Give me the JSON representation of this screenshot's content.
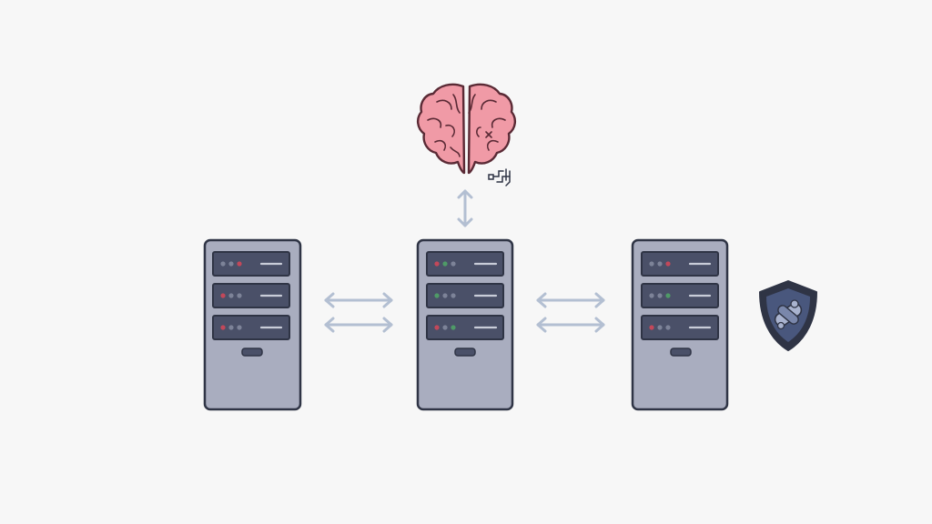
{
  "diagram": {
    "background_color": "#f7f7f7",
    "colors": {
      "server_body": "#a9adbf",
      "server_stroke": "#2f3445",
      "drive_bay": "#4a5068",
      "led_red": "#c2485a",
      "led_green": "#4f9a67",
      "led_slate": "#7d8398",
      "arrow": "#b3bfd2",
      "brain_fill": "#f09aa6",
      "brain_stroke": "#5a2a35",
      "shield_outer": "#2f3445",
      "shield_inner": "#49577d",
      "shield_accent": "#a9b3cf"
    },
    "servers": [
      {
        "name": "server-left",
        "bays": [
          {
            "led": "led_slate"
          },
          {
            "led": "led_red"
          },
          {
            "led": "led_red"
          }
        ]
      },
      {
        "name": "server-center",
        "bays": [
          {
            "led": "led_red"
          },
          {
            "led": "led_green"
          },
          {
            "led": "led_red"
          }
        ]
      },
      {
        "name": "server-right",
        "bays": [
          {
            "led": "led_red"
          },
          {
            "led": "led_green"
          },
          {
            "led": "led_red"
          }
        ]
      }
    ],
    "icons": {
      "top": "brain-icon",
      "right": "security-shield-icon",
      "brain_detail": "circuit-icon"
    },
    "connections": [
      {
        "from": "server-left",
        "to": "server-center",
        "type": "bidirectional"
      },
      {
        "from": "server-center",
        "to": "server-right",
        "type": "bidirectional"
      },
      {
        "from": "server-center",
        "to": "brain",
        "type": "bidirectional"
      }
    ]
  }
}
